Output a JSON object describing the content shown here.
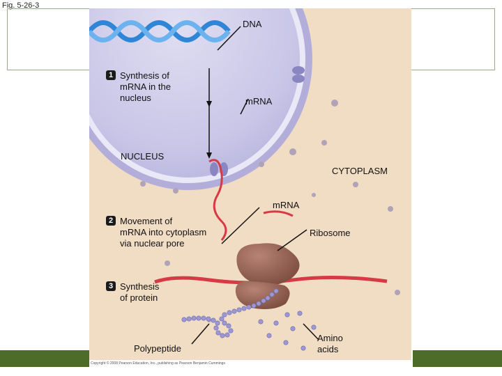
{
  "figure": {
    "fig_label": "Fig. 5-26-3",
    "copyright": "Copyright © 2008 Pearson Education, Inc., publishing as Pearson Benjamin Cummings"
  },
  "labels": {
    "dna": "DNA",
    "mrna_nucleus": "mRNA",
    "nucleus": "NUCLEUS",
    "cytoplasm": "CYTOPLASM",
    "mrna_cytoplasm": "mRNA",
    "ribosome": "Ribosome",
    "polypeptide": "Polypeptide",
    "amino_acids": "Amino\nacids"
  },
  "steps": [
    {
      "number": "1",
      "text": "Synthesis of\nmRNA in the\nnucleus"
    },
    {
      "number": "2",
      "text": "Movement of\nmRNA into cytoplasm\nvia nuclear pore"
    },
    {
      "number": "3",
      "text": "Synthesis\nof protein"
    }
  ],
  "colors": {
    "cytoplasm": "#f1dcc4",
    "nucleus": "#c7c4e6",
    "nuclear_envelope": "#a9a6d2",
    "mrna": "#d63a45",
    "ribosome": "#8e5a4d",
    "amino_acid": "#9c98d4",
    "dna": "#3d8fd8",
    "slide_bar": "#4d6b2a"
  }
}
